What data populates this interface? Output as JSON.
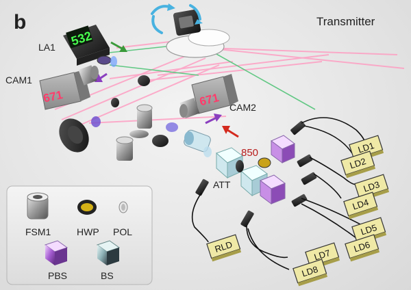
{
  "panel_letter": "b",
  "title": "Transmitter",
  "labels": {
    "la1": "LA1",
    "cam1": "CAM1",
    "cam2": "CAM2",
    "att": "ATT",
    "wavelength_850": "850"
  },
  "screens": {
    "la1": "532",
    "cam1": "671",
    "cam2": "671"
  },
  "diodes": [
    "LD1",
    "LD2",
    "LD3",
    "LD4",
    "LD5",
    "LD6",
    "LD7",
    "LD8",
    "RLD"
  ],
  "legend": {
    "fsm1": "FSM1",
    "hwp": "HWP",
    "pol": "POL",
    "pbs": "PBS",
    "bs": "BS"
  },
  "colors": {
    "beam_red": "#ff9ac0",
    "beam_green": "#3fbf6a",
    "screen_green": "#49ff4f",
    "screen_red": "#ff3b6b",
    "tag_fill": "#efe9a6",
    "arrow_red": "#d42a1e",
    "arrow_purple": "#8a3fbf",
    "arrow_green": "#3a9a3a",
    "rotate_blue": "#48b2e0"
  }
}
